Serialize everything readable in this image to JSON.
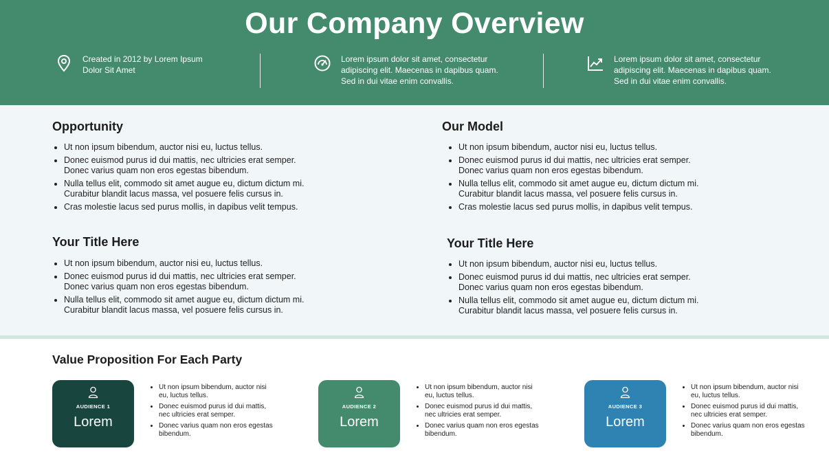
{
  "header": {
    "title": "Our Company Overview",
    "items": [
      {
        "icon": "location-pin-icon",
        "text": "Created in 2012 by Lorem Ipsum Dolor Sit Amet"
      },
      {
        "icon": "speedometer-icon",
        "text": "Lorem ipsum dolor sit amet, consectetur adipiscing elit. Maecenas in dapibus quam. Sed in dui vitae enim convallis."
      },
      {
        "icon": "trend-chart-icon",
        "text": "Lorem ipsum dolor sit amet, consectetur adipiscing elit. Maecenas in dapibus quam. Sed in dui vitae enim convallis."
      }
    ]
  },
  "sections": [
    {
      "title": "Opportunity",
      "bullets": [
        "Ut non ipsum bibendum,  auctor nisi eu, luctus tellus.",
        "Donec euismod purus id dui mattis,  nec ultricies erat semper. Donec varius quam non eros egestas bibendum.",
        "Nulla tellus elit,  commodo sit amet augue eu,  dictum dictum mi. Curabitur blandit lacus massa, vel posuere felis cursus in.",
        "Cras molestie  lacus sed purus mollis,  in dapibus velit tempus."
      ]
    },
    {
      "title": "Our Model",
      "bullets": [
        "Ut non ipsum bibendum,  auctor nisi eu, luctus tellus.",
        "Donec euismod purus id dui mattis,  nec ultricies erat semper. Donec varius quam non eros egestas bibendum.",
        "Nulla tellus elit,  commodo sit amet augue eu,  dictum dictum mi. Curabitur blandit lacus massa, vel posuere felis cursus in.",
        "Cras molestie  lacus sed purus mollis,  in dapibus velit tempus."
      ]
    },
    {
      "title": "Your Title Here",
      "bullets": [
        "Ut non ipsum bibendum,  auctor nisi eu, luctus tellus.",
        "Donec euismod purus id dui mattis,  nec ultricies erat semper. Donec varius quam non eros egestas bibendum.",
        "Nulla tellus elit,  commodo sit amet augue eu,  dictum dictum mi. Curabitur blandit lacus massa, vel posuere felis cursus in."
      ]
    },
    {
      "title": "Your Title Here",
      "bullets": [
        "Ut non ipsum bibendum,  auctor nisi eu, luctus tellus.",
        "Donec euismod purus id dui mattis,  nec ultricies erat semper. Donec varius quam non eros egestas bibendum.",
        "Nulla tellus elit,  commodo sit amet augue eu,  dictum dictum mi. Curabitur blandit lacus massa, vel posuere felis cursus in."
      ]
    }
  ],
  "value_prop": {
    "title": "Value Proposition For Each Party",
    "cards": [
      {
        "label": "AUDIENCE 1",
        "name": "Lorem",
        "icon": "person-icon",
        "color": "#18463e",
        "bullets": [
          "Ut non ipsum bibendum, auctor nisi eu, luctus tellus.",
          "Donec euismod purus id dui mattis, nec ultricies erat semper.",
          "Donec varius quam non eros egestas bibendum."
        ]
      },
      {
        "label": "AUDIENCE 2",
        "name": "Lorem",
        "icon": "person-icon",
        "color": "#438b6c",
        "bullets": [
          "Ut non ipsum bibendum, auctor nisi eu, luctus tellus.",
          "Donec euismod purus id dui mattis, nec ultricies erat semper.",
          "Donec varius quam non eros egestas bibendum."
        ]
      },
      {
        "label": "AUDIENCE 3",
        "name": "Lorem",
        "icon": "person-icon",
        "color": "#2f83b2",
        "bullets": [
          "Ut non ipsum bibendum, auctor nisi eu, luctus tellus.",
          "Donec euismod purus id dui mattis, nec ultricies erat semper.",
          "Donec varius quam non eros egestas bibendum."
        ]
      }
    ]
  },
  "colors": {
    "header_bg": "#438b6c",
    "content_bg": "#f1f6f9",
    "divider": "#d2e7de"
  }
}
